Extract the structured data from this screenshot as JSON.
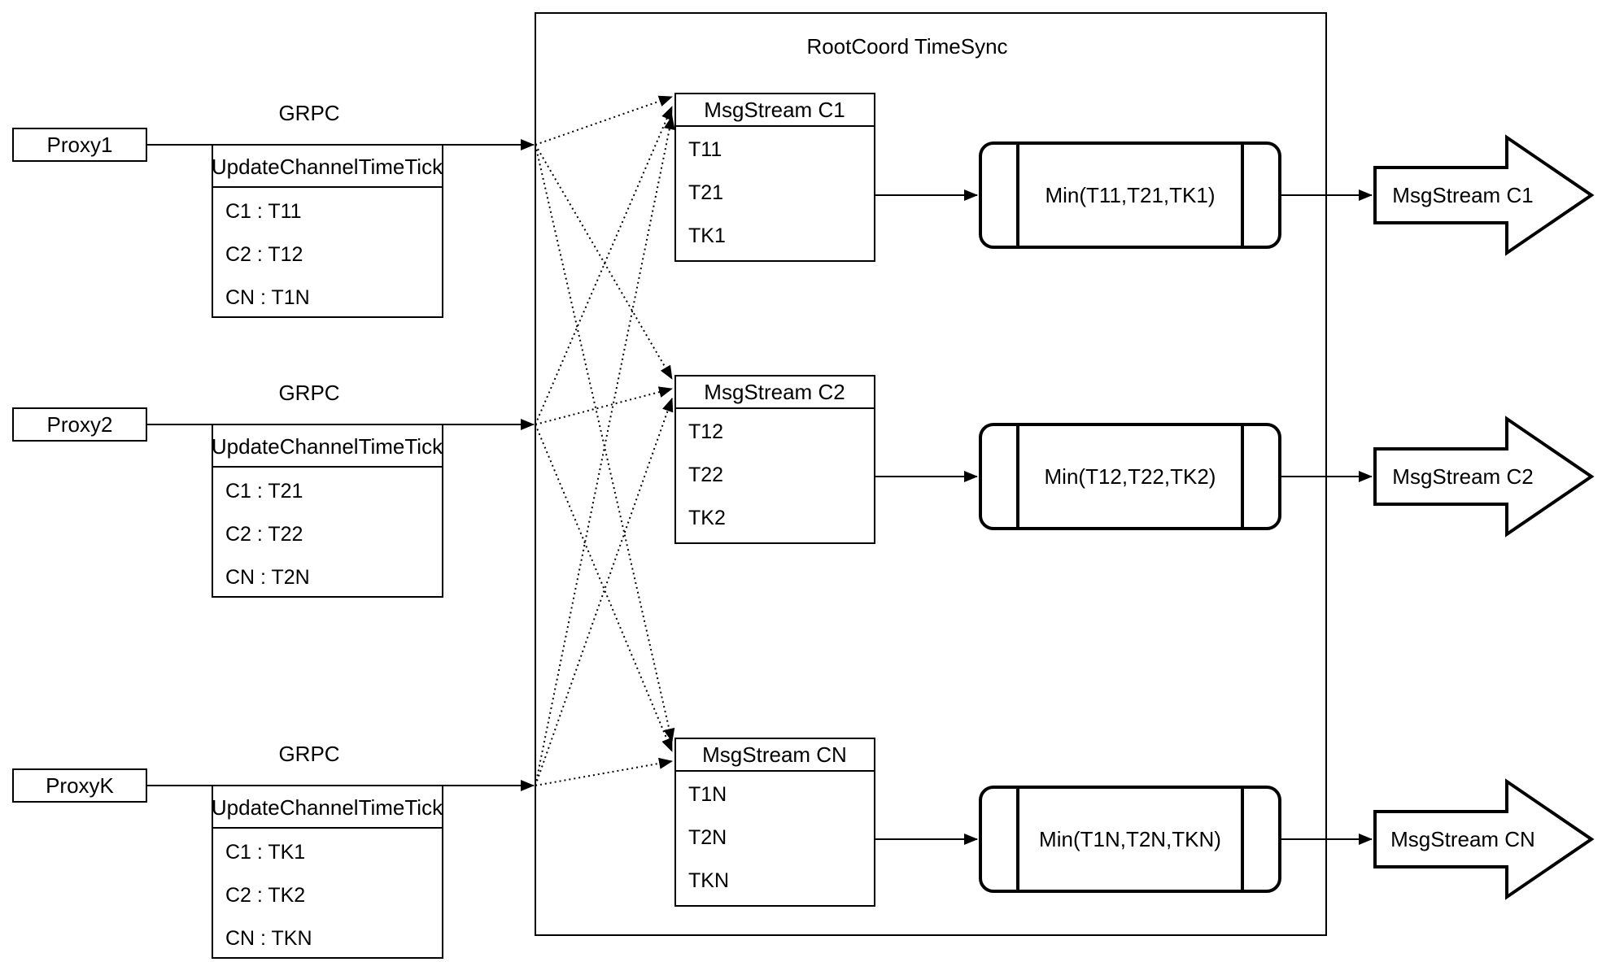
{
  "title": "RootCoord TimeSync",
  "grpc_label": "GRPC",
  "table_header": "UpdateChannelTimeTick",
  "proxies": [
    {
      "name": "Proxy1",
      "rows": [
        "C1 :  T11",
        "C2 :  T12",
        "CN : T1N"
      ]
    },
    {
      "name": "Proxy2",
      "rows": [
        "C1 :  T21",
        "C2 :  T22",
        "CN : T2N"
      ]
    },
    {
      "name": "ProxyK",
      "rows": [
        "C1 :  TK1",
        "C2 :  TK2",
        "CN : TKN"
      ]
    }
  ],
  "streams": [
    {
      "header": "MsgStream C1",
      "entries": [
        "T11",
        "T21",
        "TK1"
      ],
      "min": "Min(T11,T21,TK1)",
      "output": "MsgStream C1"
    },
    {
      "header": "MsgStream C2",
      "entries": [
        "T12",
        "T22",
        "TK2"
      ],
      "min": "Min(T12,T22,TK2)",
      "output": "MsgStream C2"
    },
    {
      "header": "MsgStream CN",
      "entries": [
        "T1N",
        "T2N",
        "TKN"
      ],
      "min": "Min(T1N,T2N,TKN)",
      "output": "MsgStream CN"
    }
  ],
  "colors": {
    "stroke": "#000000",
    "background": "#ffffff"
  }
}
